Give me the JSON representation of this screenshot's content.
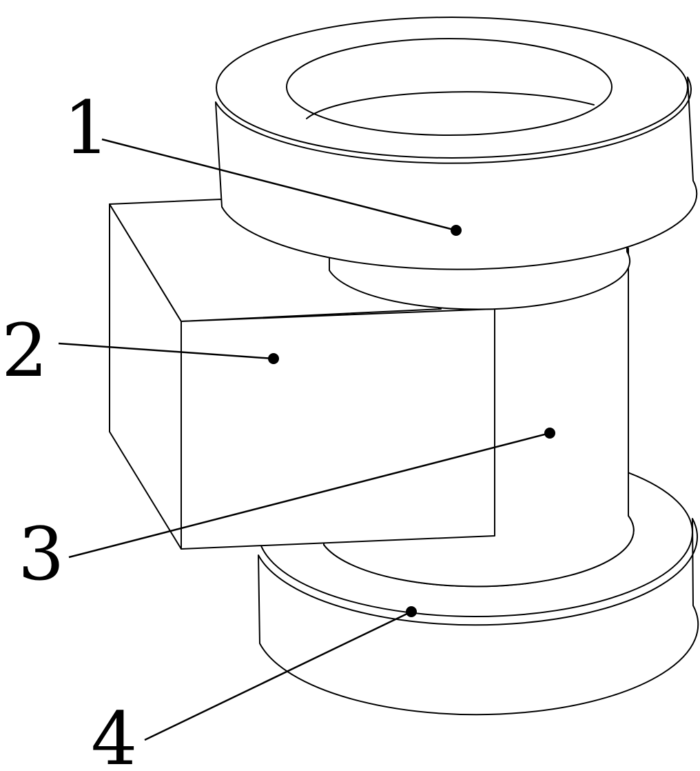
{
  "diagram": {
    "callouts": [
      {
        "id": "c1",
        "label": "1",
        "part": "upper-ring"
      },
      {
        "id": "c2",
        "label": "2",
        "part": "block"
      },
      {
        "id": "c3",
        "label": "3",
        "part": "central-cylinder"
      },
      {
        "id": "c4",
        "label": "4",
        "part": "lower-ring"
      }
    ]
  }
}
